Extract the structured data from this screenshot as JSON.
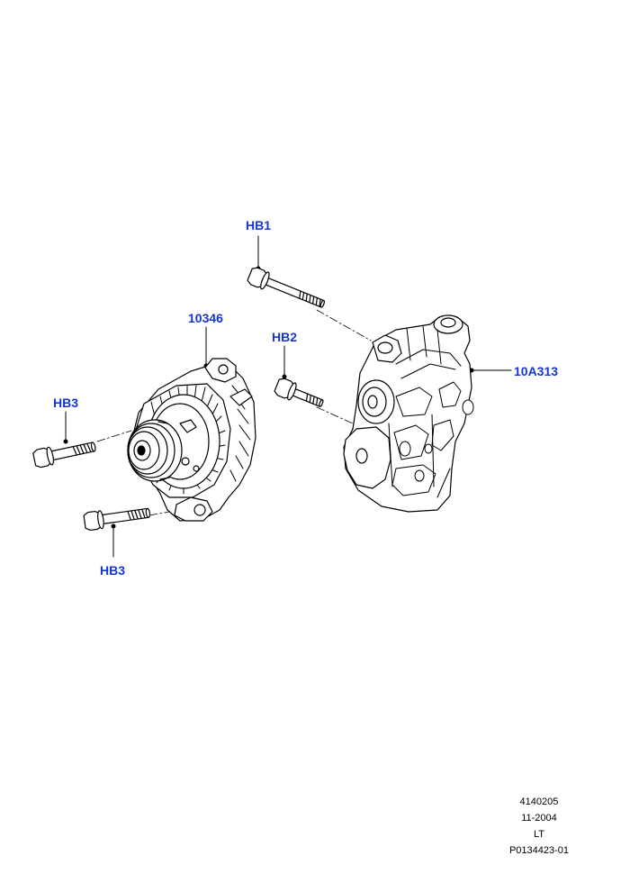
{
  "colors": {
    "callout": "#1436d6",
    "linework": "#000000",
    "background": "#ffffff"
  },
  "callouts": {
    "hb1": "HB1",
    "hb2": "HB2",
    "hb3_upper": "HB3",
    "hb3_lower": "HB3",
    "alternator": "10346",
    "bracket": "10A313"
  },
  "footer": {
    "line1": "4140205",
    "line2": "11-2004",
    "line3": "LT",
    "line4": "P0134423-01"
  },
  "parts": {
    "alternator_icon": "alternator-icon",
    "bracket_icon": "mounting-bracket-icon",
    "bolt_icon": "flange-bolt-icon"
  }
}
